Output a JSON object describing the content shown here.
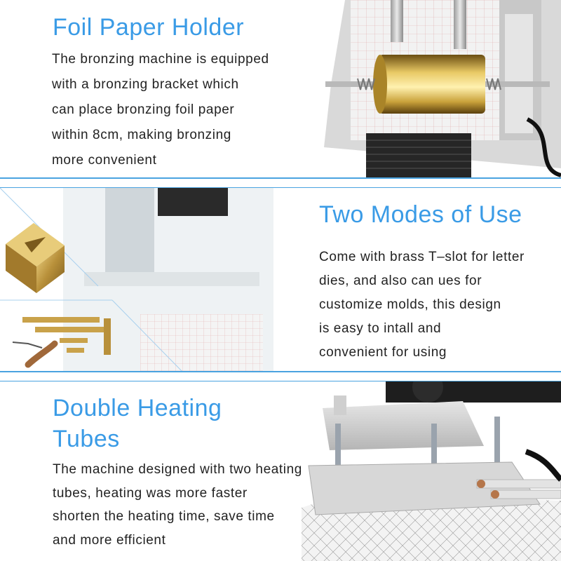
{
  "sections": [
    {
      "title": "Foil Paper Holder",
      "lines": [
        "The bronzing machine is equipped",
        "with a bronzing bracket which",
        "can place bronzing foil paper",
        "within 8cm, making bronzing",
        "more convenient"
      ]
    },
    {
      "title": "Two Modes of Use",
      "lines": [
        "Come with brass T–slot for letter",
        "dies, and also can ues for",
        "customize molds, this design",
        "is easy to intall and",
        "convenient for using"
      ]
    },
    {
      "title_lines": [
        "Double Heating",
        "Tubes"
      ],
      "lines": [
        "The machine designed with two  heating",
        "tubes, heating was  more faster",
        "shorten the heating time, save time",
        "and more efficient"
      ]
    }
  ],
  "colors": {
    "heading": "#3a9be6",
    "divider": "#4aa3e0",
    "text": "#222222",
    "foil": "#c9a23a",
    "brass": "#b8903a"
  },
  "icons": [
    "foil-roll-icon",
    "brass-die-icon",
    "heating-tube-icon"
  ]
}
